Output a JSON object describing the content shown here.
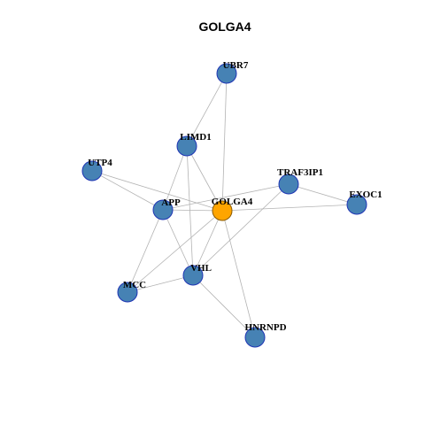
{
  "title": "GOLGA4",
  "colors": {
    "node_fill": "#4682b4",
    "node_stroke": "#1f35b4",
    "center_fill": "#ffa500",
    "center_stroke": "#8a5a00",
    "edge": "#b3b3b3"
  },
  "nodes": [
    {
      "id": "GOLGA4",
      "label": "GOLGA4",
      "center": true
    },
    {
      "id": "UBR7",
      "label": "UBR7"
    },
    {
      "id": "LIMD1",
      "label": "LIMD1"
    },
    {
      "id": "UTP4",
      "label": "UTP4"
    },
    {
      "id": "TRAF3IP1",
      "label": "TRAF3IP1"
    },
    {
      "id": "EXOC1",
      "label": "EXOC1"
    },
    {
      "id": "APP",
      "label": "APP"
    },
    {
      "id": "VHL",
      "label": "VHL"
    },
    {
      "id": "MCC",
      "label": "MCC"
    },
    {
      "id": "HNRNPD",
      "label": "HNRNPD"
    }
  ],
  "edges": [
    [
      "UBR7",
      "LIMD1"
    ],
    [
      "UBR7",
      "GOLGA4"
    ],
    [
      "LIMD1",
      "APP"
    ],
    [
      "LIMD1",
      "GOLGA4"
    ],
    [
      "LIMD1",
      "VHL"
    ],
    [
      "UTP4",
      "APP"
    ],
    [
      "UTP4",
      "GOLGA4"
    ],
    [
      "TRAF3IP1",
      "APP"
    ],
    [
      "TRAF3IP1",
      "EXOC1"
    ],
    [
      "TRAF3IP1",
      "VHL"
    ],
    [
      "APP",
      "GOLGA4"
    ],
    [
      "APP",
      "VHL"
    ],
    [
      "APP",
      "MCC"
    ],
    [
      "GOLGA4",
      "EXOC1"
    ],
    [
      "GOLGA4",
      "MCC"
    ],
    [
      "GOLGA4",
      "VHL"
    ],
    [
      "GOLGA4",
      "HNRNPD"
    ],
    [
      "VHL",
      "MCC"
    ],
    [
      "VHL",
      "HNRNPD"
    ]
  ]
}
